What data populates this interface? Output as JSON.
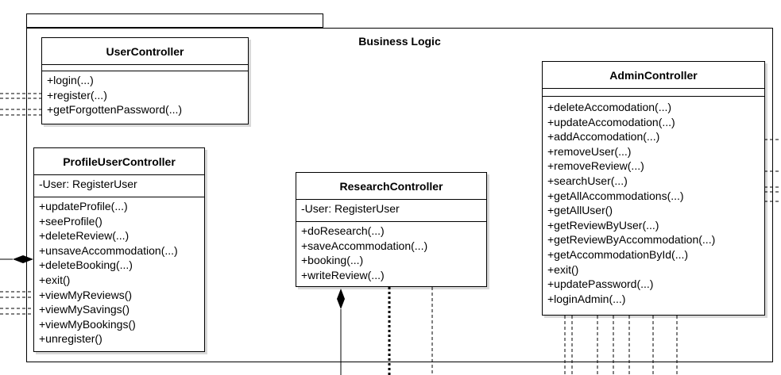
{
  "package": {
    "title": "Business Logic"
  },
  "classes": {
    "user_controller": {
      "name": "UserController",
      "attributes": [],
      "operations": [
        "+login(...)",
        "+register(...)",
        "+getForgottenPassword(...)"
      ]
    },
    "profile_user_controller": {
      "name": "ProfileUserController",
      "attributes": [
        "-User: RegisterUser"
      ],
      "operations": [
        "+updateProfile(...)",
        "+seeProfile()",
        "+deleteReview(...)",
        "+unsaveAccommodation(...)",
        "+deleteBooking(...)",
        "+exit()",
        "+viewMyReviews()",
        "+viewMySavings()",
        "+viewMyBookings()",
        "+unregister()"
      ]
    },
    "research_controller": {
      "name": "ResearchController",
      "attributes": [
        "-User: RegisterUser"
      ],
      "operations": [
        "+doResearch(...)",
        "+saveAccommodation(...)",
        "+booking(...)",
        "+writeReview(...)"
      ]
    },
    "admin_controller": {
      "name": "AdminController",
      "attributes": [],
      "operations": [
        "+deleteAccomodation(...)",
        "+updateAccomodation(...)",
        "+addAccomodation(...)",
        "+removeUser(...)",
        "+removeReview(...)",
        "+searchUser(...)",
        "+getAllAccommodations(...)",
        "+getAllUser()",
        "+getReviewByUser(...)",
        "+getReviewByAccommodation(...)",
        "+getAccommodationById(...)",
        "+exit()",
        "+updatePassword(...)",
        "+loginAdmin(...)"
      ]
    }
  }
}
